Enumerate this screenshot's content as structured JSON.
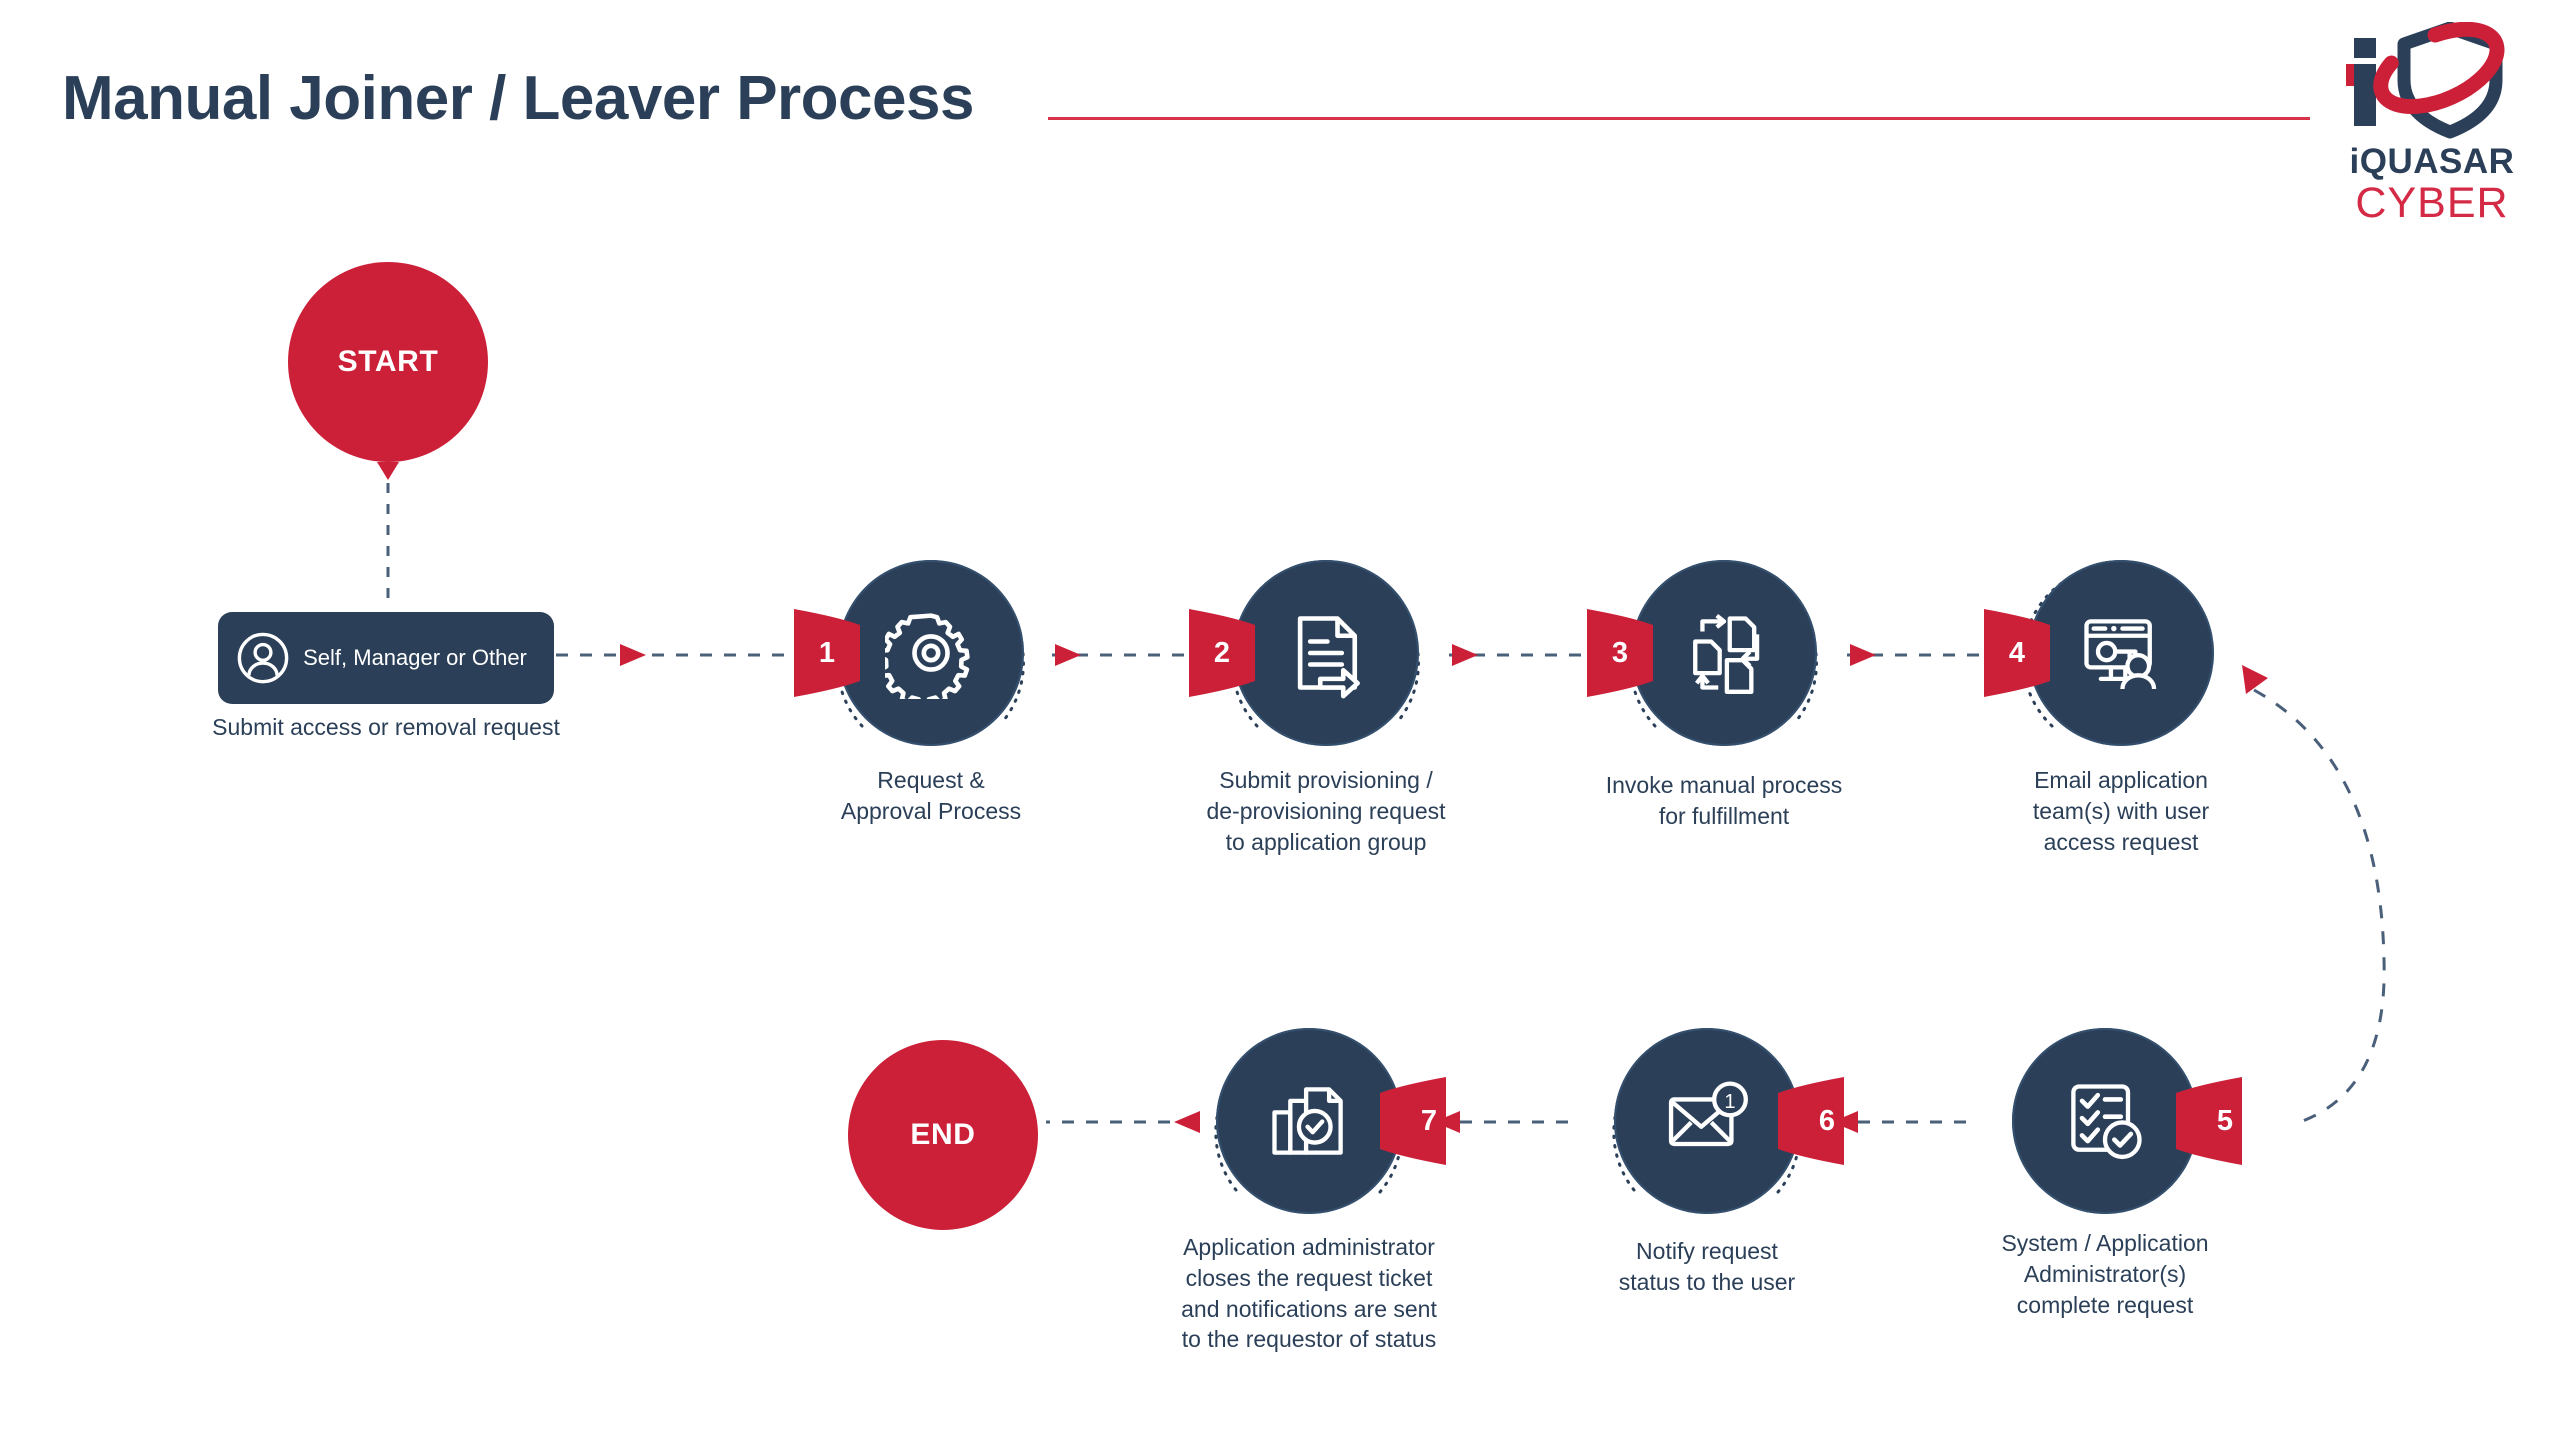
{
  "header": {
    "title": "Manual Joiner / Leaver Process",
    "rule_color": "#d8334a"
  },
  "logo": {
    "name": "iquasar-cyber-logo",
    "wordmark_top": "iQUASAR",
    "wordmark_bottom": "CYBER",
    "navy": "#2b4058",
    "red": "#d42a45"
  },
  "theme": {
    "navy": "#2b4058",
    "navy_ring": "#34506e",
    "red": "#cc2039",
    "white": "#ffffff",
    "background": "#ffffff"
  },
  "terminators": {
    "start": {
      "label": "START",
      "icon": "start-circle"
    },
    "end": {
      "label": "END",
      "icon": "end-circle"
    }
  },
  "actor": {
    "icon": "user-circle-icon",
    "label": "Self, Manager or Other",
    "caption": "Submit access or removal request"
  },
  "flow": {
    "row1_direction": "left-to-right",
    "row2_direction": "right-to-left",
    "steps": [
      {
        "number": "1",
        "icon": "gear-icon",
        "badge_side": "left",
        "caption": "Request &\nApproval Process"
      },
      {
        "number": "2",
        "icon": "document-arrow-icon",
        "badge_side": "left",
        "caption": "Submit provisioning /\nde-provisioning request\nto application group"
      },
      {
        "number": "3",
        "icon": "document-workflow-icon",
        "badge_side": "left",
        "caption": "Invoke manual process\nfor fulfillment"
      },
      {
        "number": "4",
        "icon": "monitor-key-user-icon",
        "badge_side": "left",
        "caption": "Email application\nteam(s) with user\naccess request"
      },
      {
        "number": "5",
        "icon": "checklist-check-icon",
        "badge_side": "right",
        "caption": "System / Application\nAdministrator(s)\ncomplete request"
      },
      {
        "number": "6",
        "icon": "envelope-notification-icon",
        "badge_side": "right",
        "badge_count": "1",
        "caption": "Notify request\nstatus to the user"
      },
      {
        "number": "7",
        "icon": "report-check-icon",
        "badge_side": "right",
        "caption": "Application administrator\ncloses the request ticket\nand notifications are sent\nto the requestor of status"
      }
    ]
  }
}
